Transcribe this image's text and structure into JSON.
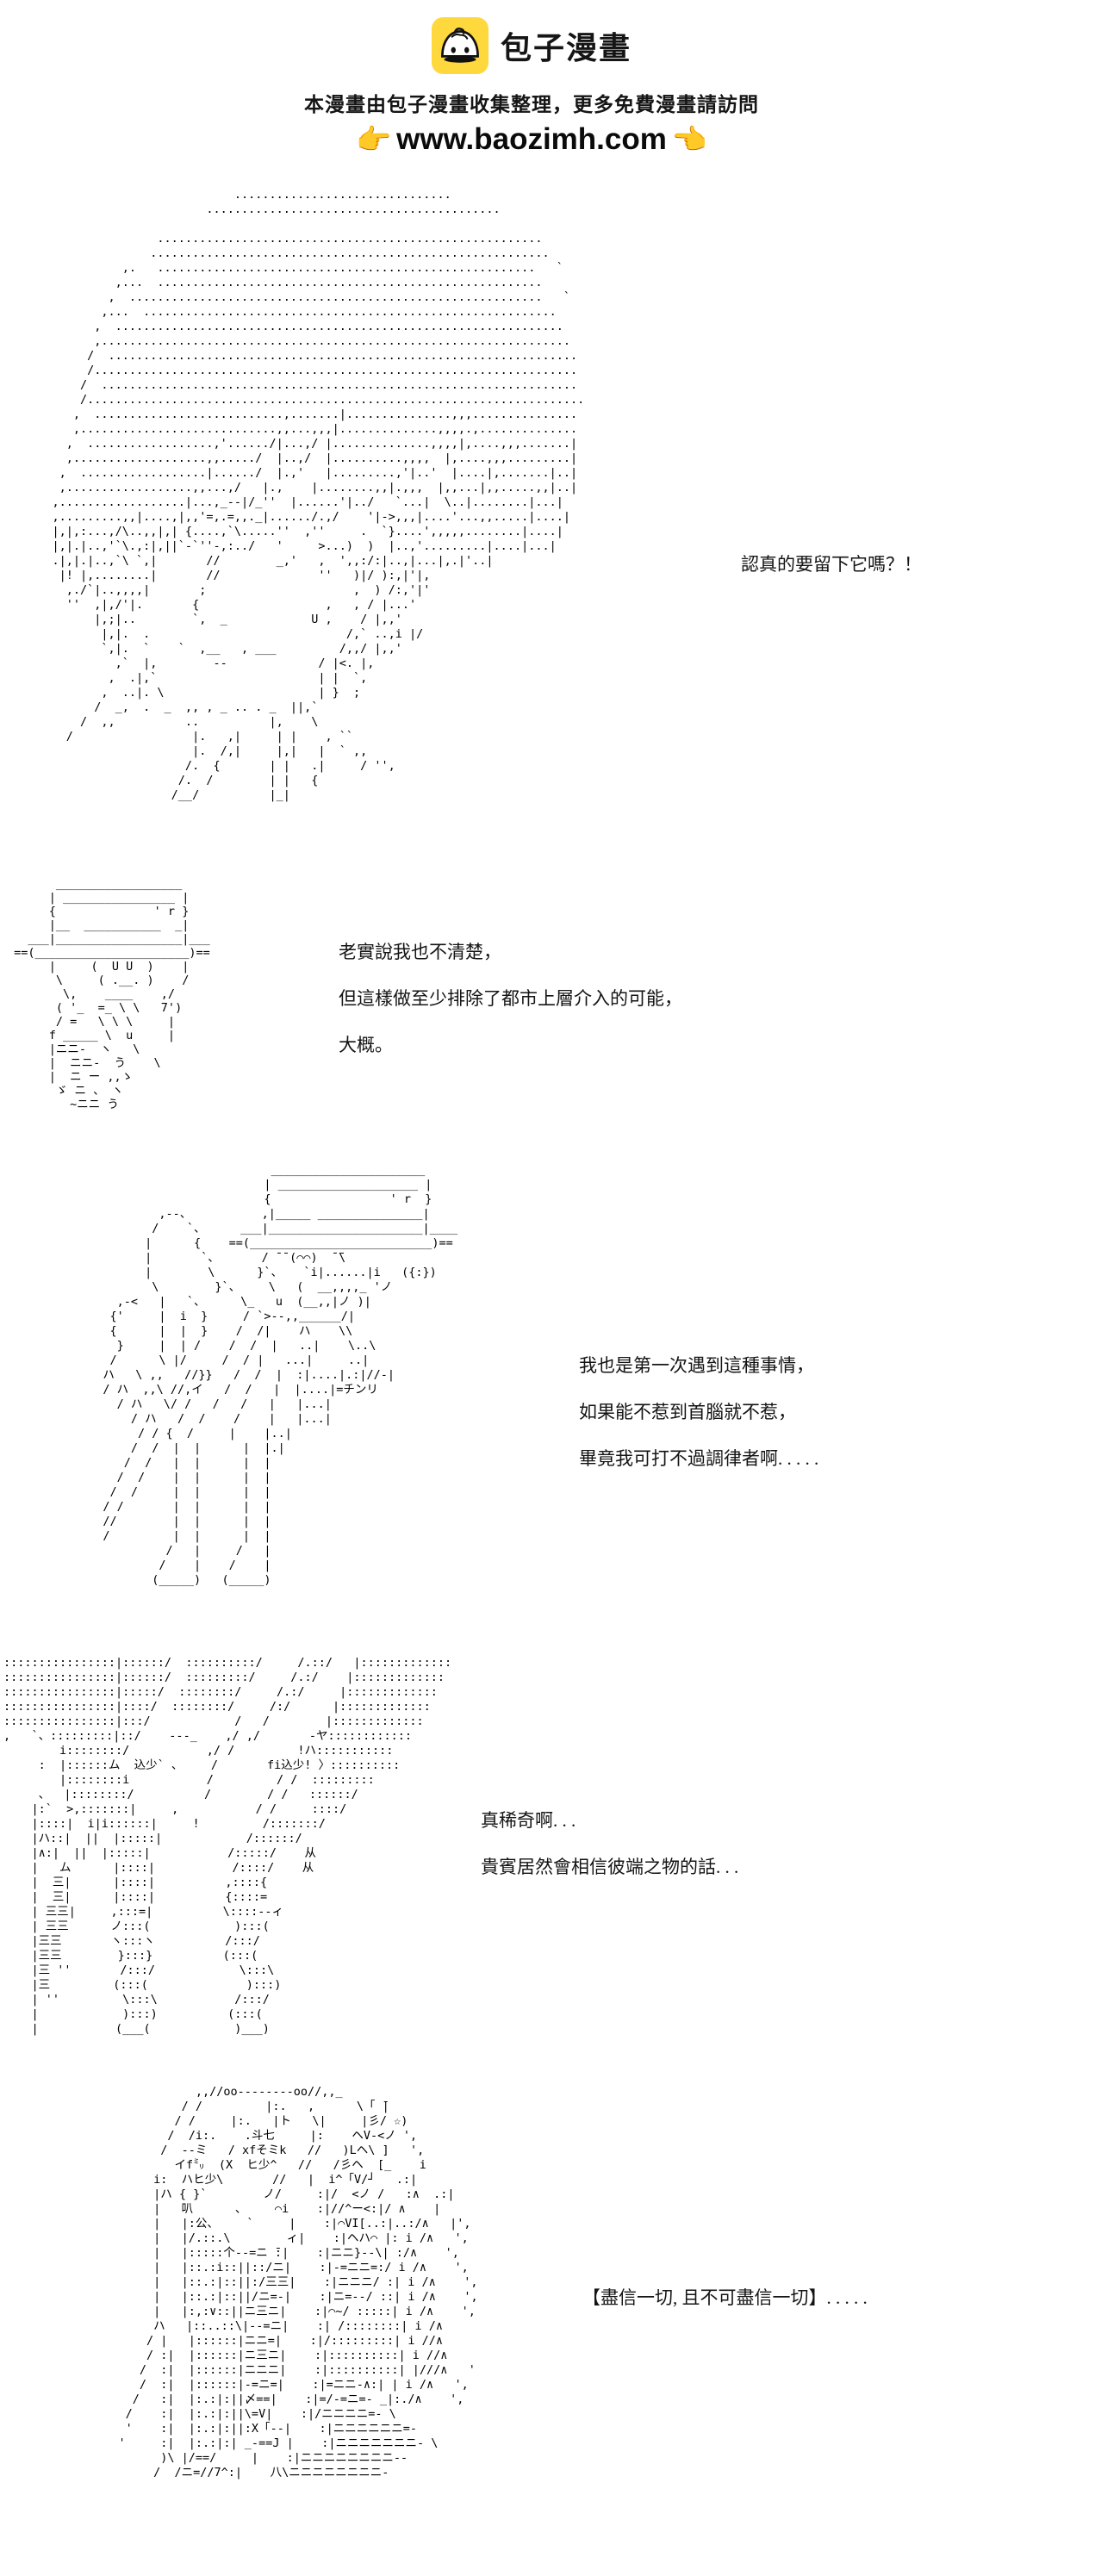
{
  "header": {
    "logo_title": "包子漫畫",
    "info_line": "本漫畫由包子漫畫收集整理，更多免費漫畫請訪問",
    "pointer_left": "👉",
    "url_line": "www.baozimh.com",
    "pointer_right": "👈",
    "brand_yellow": "#FFD83D",
    "text_color": "#111111",
    "background": "#FFFFFF"
  },
  "panels": [
    {
      "name": "boy-face-large",
      "dialogue": [
        "認真的要留下它嗎？！"
      ],
      "aa_lines": [
        "                              ...............................",
        "                          ..........................................",
        "",
        "                   .......................................................",
        "                  .........................................................",
        "              ,.   ......................................................   `",
        "             ,...  .......................................................",
        "            ,  ...........................................................   `",
        "           ,...  ...........................................................",
        "          ,  ................................................................",
        "          ,...................................................................",
        "         /  ...................................................................",
        "         /.....................................................................",
        "        /  ....................................................................",
        "        /.......................................................................",
        "       ,  ...........................,.......|...............,,,...............",
        "       ,............................,,...,,,|..............,,,,.,..............",
        "      ,  ..................,'....../|...,/ |..............,,,,|,....,,,.......|",
        "      ,...................,,...../  |..,/  |..........,,,,  |,....,,,.........|",
        "     ,  ..................|....../  |.,'   |.........,'|..'  |....|,.......|..|",
        "     ,..................,,...,/   |.,    |........,,|.,,,  |,,...|,,.....,,|..|",
        "    ,..................|...,_--|/_''  |......'|../   `...|  \\..|........|...|",
        "    ,.........,,|....,|,,'=,.=,,._|....../.,/    '|->,,,|....'...,,.....|....|",
        "    |,|,:...,/\\..,,|,| {....,`\\.....''  ,''     .  `}....',,,,,........|....|",
        "    |,|.|..,'`\\.,:|,||`-`''-,:../   '     >...)  )  |..,'.........|....|...|",
        "    .|,|.|..,`\\ `,|       //        _,'   ,  ',,:/:|..,|...|,.|'..|",
        "     |! |,........|       //              ''   )|/ ):,|'|,",
        "      ,./`|..,,,,|       ;                     ,  ) /:,'|'",
        "      ''  ,|,/'|.       {                  ,   , / |...'",
        "          |,;|..        `,  _            U ,    / |,,'",
        "           |,|.  .                            /,` ..,i |/",
        "           `,|.  `    `  ,__   , ___         /,,/ |,,'",
        "             ,`  |,        --             / |<. |,",
        "            ,  .|,`                       | |  `,",
        "           ,  ..|. \\                      | }  ;",
        "          /  _,  .  _  ,, , _ .. . _  ||,`",
        "        /  ,,          ..          |,    \\",
        "      /                 |.   ,|     | |    , ``",
        "                        |.  /,|     |,|   |  ` ,,",
        "                       /.  {       | |   .|     / '',",
        "                      /.  /        | |   {",
        "                     /__/          |_|"
      ]
    },
    {
      "name": "hat-man-front",
      "dialogue": [
        "老實說我也不清楚，",
        "但這樣做至少排除了都市上層介入的可能，",
        "大概。"
      ],
      "aa_lines": [
        "       __________________",
        "      | ________________ |",
        "      {              ' r }",
        "      |__  ___________  _|",
        "   ___|__________________|___",
        " ==(______________________)==",
        "      |     (  U U  )    |",
        "       \\     ( .__. )    /",
        "        \\,    ____    ,/",
        "       ( '_  =_ \\ \\   7')",
        "       / =   \\ \\ \\     |",
        "      f _____ \\  u     |",
        "      |ニニ-  ヽ   \\",
        "      |  ニニ-  う    \\",
        "      |  ニ ー ,,ゝ",
        "       ゞ ニ 、 ヽ",
        "         ~ニニ う"
      ]
    },
    {
      "name": "hat-man-pointing",
      "dialogue": [
        "我也是第一次遇到這種事情，",
        "如果能不惹到首腦就不惹，",
        "畢竟我可打不過調律者啊. . . . ."
      ],
      "aa_lines": [
        "                           ______________________",
        "                          | ____________________ |",
        "                          {                 ' r  }",
        "           ,--、          ,|_____ _______________|",
        "          /    `、     ___|______________________|____",
        "         |      {    ==(__________________________)==",
        "         |       `、      / ̄ ̄ (⌒⌒)  ̄ ̄\\",
        "         |        \\      }`、   `i|......|i   ({:})",
        "          \\        }`、    \\   (  __,,,,_ 'ノ",
        "     ,-<   |   `、     \\_   u  (__,,|ノ )|",
        "    {'     |  i  }     / `>--,,______/|",
        "    {      |  |  }    /  /|    ハ    \\\\",
        "     }     |  | /    /  /  |   ..|    \\..\\",
        "    /      \\ |/     /  / |   ...|     ..|",
        "   ハ   \\ ,,   //}}   /  /  |  :|....|.:|//-|",
        "   / ハ  ,,\\ //,イ   /  /   |  |....|=チンリ",
        "     / ハ   \\/ /   /   /   |   |...|",
        "       / ハ   /  /    /    |   |...|",
        "        / / {  /     |    |..|",
        "       /  /  |  |      |  |.|",
        "      /  /   |  |      |  |",
        "     /  /    |  |      |  |",
        "    /  /     |  |      |  |",
        "   / /       |  |      |  |",
        "   //        |  |      |  |",
        "   /         |  |      |  |",
        "            /   |     /   |",
        "           /    |    /    |",
        "          (_____)   (_____)",
        ""
      ]
    },
    {
      "name": "dotted-hair-face",
      "dialogue": [
        "真稀奇啊. . .",
        "貴賓居然會相信彼端之物的話. . ."
      ],
      "aa_lines": [
        "::::::::::::::::|::::::/  ::::::::::/     /.::/   |:::::::::::::",
        "::::::::::::::::|::::::/  :::::::::/     /.:/    |:::::::::::::",
        "::::::::::::::::|:::::/  ::::::::/     /.:/     |:::::::::::::",
        "::::::::::::::::|::::/  ::::::::/     /:/      |:::::::::::::",
        "::::::::::::::::|:::/            /   /        |:::::::::::::",
        ",   `、:::::::::|::/    ---_    ,/ ,/       -ヤ::::::::::::",
        "        i::::::::/           ,/ /         !ハ:::::::::::",
        "     :  |::::::ム  込少` 、    /       fi込少! 〉::::::::::",
        "        |::::::::i           /         / /  :::::::::",
        "     、  |::::::::/          /        / /   ::::::/",
        "    |:`  >,:::::::|     ,           / /     ::::/",
        "    |::::|  i|i::::::|     !         /:::::::/",
        "    |ハ::|  ||  |:::::|            /::::::/",
        "    |∧:|  ||  |:::::|           /:::::/    从",
        "    |   ム      |::::|           /::::/    从",
        "    |  三|      |::::|          ,::::{",
        "    |  三|      |::::|          {::::=",
        "    | 三三|     ,:::=|          \\::::--ィ",
        "    | 三三      ノ:::(            ):::(",
        "    |三三       ヽ:::ヽ          /:::/",
        "    |三三        }:::}          (:::(",
        "    |三 ''       /:::/            \\:::\\",
        "    |三         (:::(              ):::)",
        "    | ''         \\:::\\           /:::/",
        "    |            ):::)          (:::(",
        "    |           (___(            )___)"
      ]
    },
    {
      "name": "long-hair-figure",
      "dialogue": [
        "【盡信一切, 且不可盡信一切】. . . . ."
      ],
      "aa_lines": [
        "               ,,//oo--------oo//,,_",
        "             / /         |:.   ,      \\「 ̄|",
        "            / /     |:.   |ト   \\|     |彡/ ☆)",
        "           /  /i:.    .斗七     |:    ヘV-<ノ ',",
        "          /  --ミ   / xfそミk   //   )Lヘ\\ ]   ',",
        "            イf㍉  (X  ヒ少^   //   /彡ヘ  [_    i",
        "         i:  ハヒ少\\       //   |  i^「V/┘   .:|",
        "         |ハ { }`        ノ/     :|/  <ノ /   :∧  .:|",
        "         |   叭      、    ⌒i    :|//^ー<:|/ ∧    |",
        "         |   |:公、    `     |    :|⌒VI[..:|..:/∧   |',",
        "         |   |/.::.\\        ィ|    :|ヘハ⌒ |: i /∧   ',",
        "         |   |:::::个--=ニ ̄:|    :|ニニ}--\\| :/∧    ',",
        "         |   |::.:i::||::/ニ|    :|-=ニニ=:/ i /∧    ',",
        "         |   |::.:|::||:/三三|    :|ニニニ/ :| i /∧    ',",
        "         |   |::.:|::||/ニ=-|    :|ニ=--/ ::| i /∧    ',",
        "         |   |:,:∨::||ニ三ニ|    :|⌒~/ :::::| i /∧    ',",
        "         ハ   |::..::\\|--=ニ|    :| /::::::::| i /∧",
        "        / |   |::::::|ニニ=|    :|/:::::::::| i //∧",
        "        / :|  |::::::|ニ三ニ|    :|::::::::::| i //∧",
        "       /  :|  |::::::|ニニニ|    :|::::::::::| |///∧   '",
        "       /  :|  |::::::|-=ニ=|    :|=ニニ-∧:| | i /∧   ',",
        "      /   :|  |:.:|:||〆==|    :|=/-=ニ=- _|:./∧    ',",
        "     /    :|  |:.:|:||\\=V|    :|/ニニニニ=- \\",
        "     '    :|  |:.:|:||:X「--|    :|ニニニニニニ=-",
        "    '     :|  |:.:|:| _-==J |    :|ニニニニニニニ- \\",
        "          )\\ |/==/     |    :|ニニニニニニニニ--",
        "         /  /ニ=//7^:|    八\\ニニニニニニニニ-",
        ""
      ]
    }
  ]
}
